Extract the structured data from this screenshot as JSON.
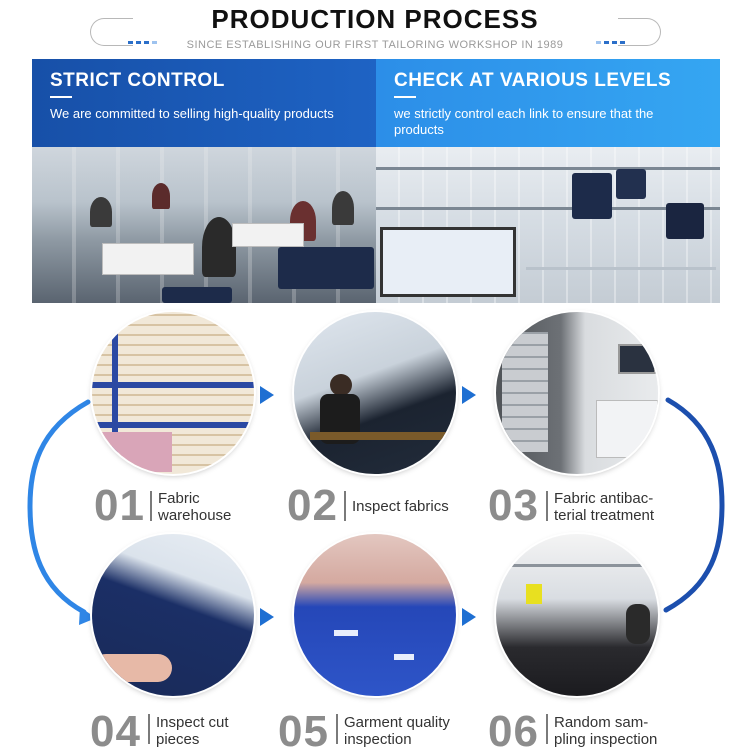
{
  "header": {
    "title": "PRODUCTION PROCESS",
    "subtitle": "SINCE ESTABLISHING OUR FIRST TAILORING WORKSHOP IN 1989"
  },
  "panels": [
    {
      "heading": "STRICT CONTROL",
      "text": "We are committed to selling high-quality products"
    },
    {
      "heading": "CHECK AT VARIOUS LEVELS",
      "text": "we strictly control each link to ensure that the products"
    }
  ],
  "steps": [
    {
      "number": "01",
      "label_line1": "Fabric",
      "label_line2": "warehouse"
    },
    {
      "number": "02",
      "label_line1": "Inspect fabrics",
      "label_line2": ""
    },
    {
      "number": "03",
      "label_line1": "Fabric antibac-",
      "label_line2": "terial treatment"
    },
    {
      "number": "04",
      "label_line1": "Inspect cut",
      "label_line2": "pieces"
    },
    {
      "number": "05",
      "label_line1": "Garment quality",
      "label_line2": "inspection"
    },
    {
      "number": "06",
      "label_line1": "Random sam-",
      "label_line2": "pling inspection"
    }
  ],
  "colors": {
    "dark_blue": "#1750a8",
    "light_blue": "#35a6f2",
    "arrow_blue": "#1e6fd2",
    "number_gray": "#8c8c8c"
  }
}
